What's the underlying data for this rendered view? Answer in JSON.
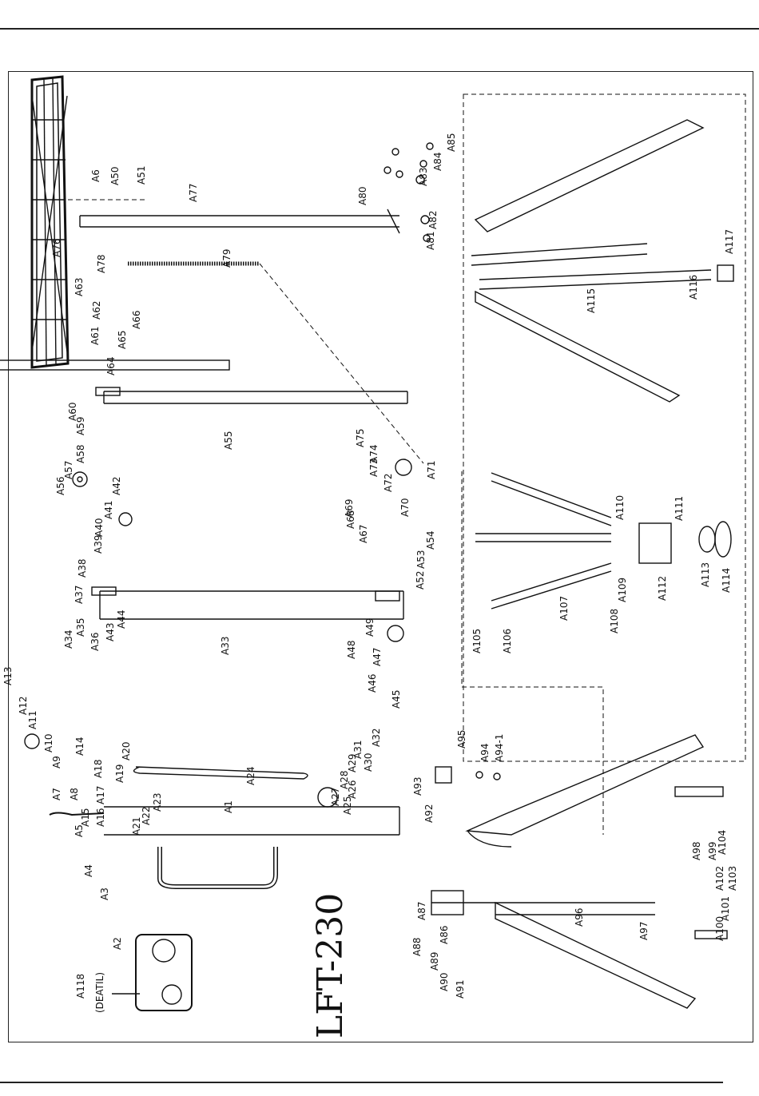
{
  "model": "LFT-230",
  "detail_note": "(DEATIL)",
  "labels": {
    "A1": "A1",
    "A2": "A2",
    "A3": "A3",
    "A4": "A4",
    "A5": "A5",
    "A6": "A6",
    "A7": "A7",
    "A8": "A8",
    "A9": "A9",
    "A10": "A10",
    "A11": "A11",
    "A12": "A12",
    "A13": "A13",
    "A14": "A14",
    "A15": "A15",
    "A16": "A16",
    "A17": "A17",
    "A18": "A18",
    "A19": "A19",
    "A20": "A20",
    "A21": "A21",
    "A22": "A22",
    "A23": "A23",
    "A24": "A24",
    "A25": "A25",
    "A26": "A26",
    "A27": "A27",
    "A28": "A28",
    "A29": "A29",
    "A30": "A30",
    "A31": "A31",
    "A32": "A32",
    "A33": "A33",
    "A34": "A34",
    "A35": "A35",
    "A36": "A36",
    "A37": "A37",
    "A38": "A38",
    "A39": "A39",
    "A40": "A40",
    "A41": "A41",
    "A42": "A42",
    "A43": "A43",
    "A44": "A44",
    "A45": "A45",
    "A46": "A46",
    "A47": "A47",
    "A48": "A48",
    "A49": "A49",
    "A50": "A50",
    "A51": "A51",
    "A52": "A52",
    "A53": "A53",
    "A54": "A54",
    "A55": "A55",
    "A56": "A56",
    "A57": "A57",
    "A58": "A58",
    "A59": "A59",
    "A60": "A60",
    "A61": "A61",
    "A62": "A62",
    "A63": "A63",
    "A64": "A64",
    "A65": "A65",
    "A66": "A66",
    "A67": "A67",
    "A68": "A68",
    "A69": "A69",
    "A70": "A70",
    "A71": "A71",
    "A72": "A72",
    "A73": "A73",
    "A74": "A74",
    "A75": "A75",
    "A76": "A76",
    "A77": "A77",
    "A78": "A78",
    "A79": "A79",
    "A80": "A80",
    "A81": "A81",
    "A82": "A82",
    "A83": "A83",
    "A84": "A84",
    "A85": "A85",
    "A86": "A86",
    "A87": "A87",
    "A88": "A88",
    "A89": "A89",
    "A90": "A90",
    "A91": "A91",
    "A92": "A92",
    "A93": "A93",
    "A94": "A94",
    "A94-1": "A94-1",
    "A95": "A95",
    "A96": "A96",
    "A97": "A97",
    "A98": "A98",
    "A99": "A99",
    "A100": "A100",
    "A101": "A101",
    "A102": "A102",
    "A103": "A103",
    "A104": "A104",
    "A105": "A105",
    "A106": "A106",
    "A107": "A107",
    "A108": "A108",
    "A109": "A109",
    "A110": "A110",
    "A111": "A111",
    "A112": "A112",
    "A113": "A113",
    "A114": "A114",
    "A115": "A115",
    "A116": "A116",
    "A117": "A117",
    "A118": "A118"
  }
}
